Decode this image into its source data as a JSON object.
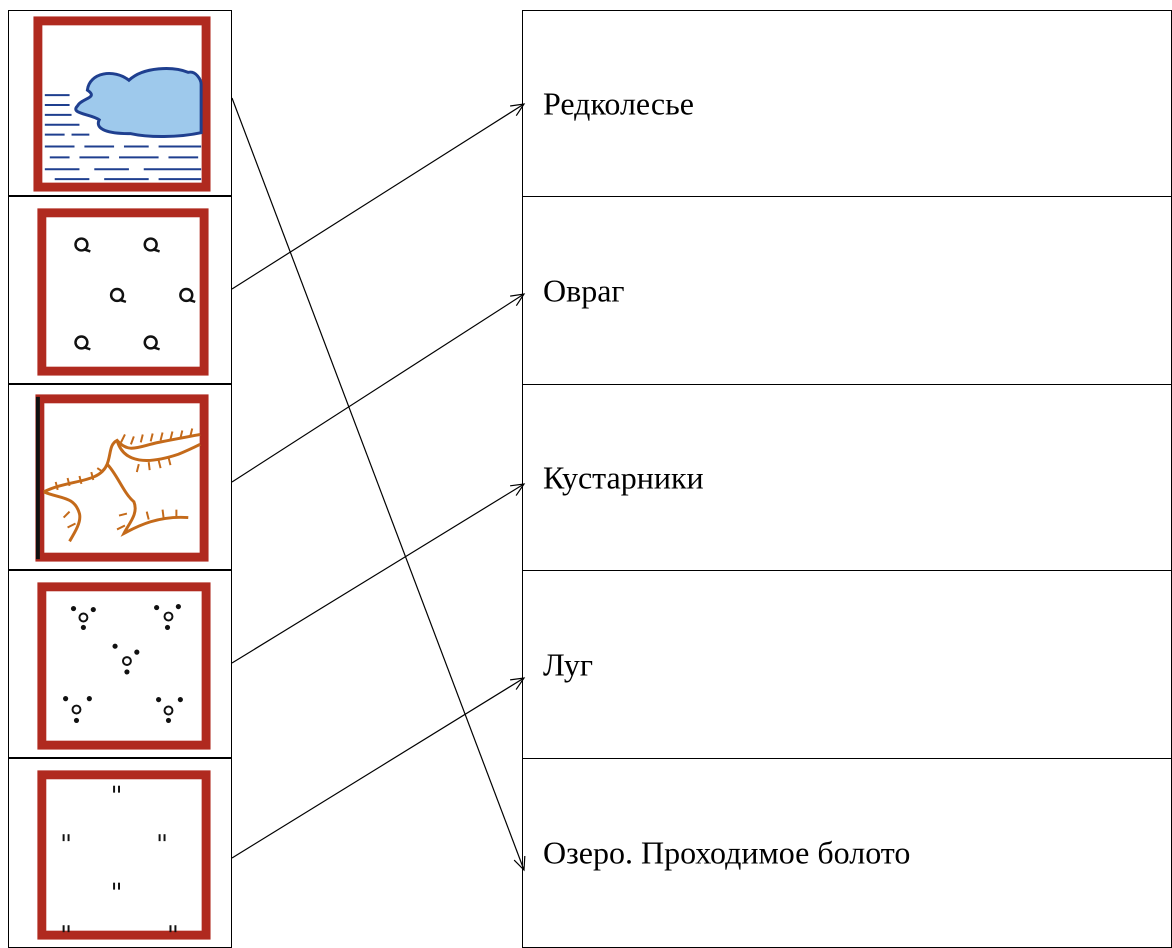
{
  "symbols": [
    {
      "icon": "lake-swamp-icon"
    },
    {
      "icon": "sparse-forest-icon"
    },
    {
      "icon": "ravine-icon"
    },
    {
      "icon": "shrubs-icon"
    },
    {
      "icon": "meadow-icon"
    }
  ],
  "labels": [
    "Редколесье",
    "Овраг",
    "Кустарники",
    "Луг",
    "Озеро. Проходимое болото"
  ],
  "connections": [
    {
      "from": 0,
      "to": 4
    },
    {
      "from": 1,
      "to": 0
    },
    {
      "from": 2,
      "to": 1
    },
    {
      "from": 3,
      "to": 2
    },
    {
      "from": 4,
      "to": 3
    }
  ],
  "colors": {
    "frame": "#b02a1f",
    "water": "#9ec9ec",
    "water_line": "#1f3f8f",
    "ravine": "#c46a1a"
  }
}
